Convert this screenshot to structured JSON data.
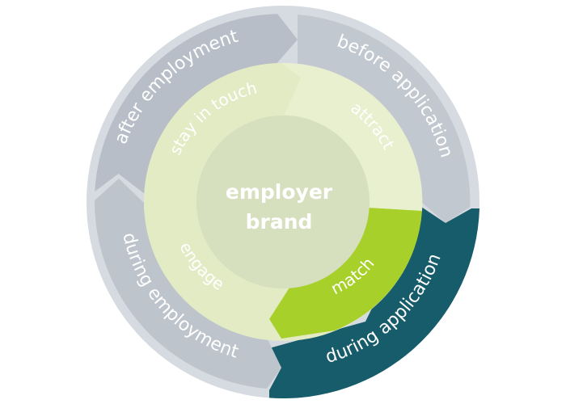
{
  "center": {
    "line1": "employer",
    "line2": "brand"
  },
  "outer_ring": [
    {
      "id": "after-employment",
      "label": "after employment",
      "color": "#b7bec7"
    },
    {
      "id": "before-application",
      "label": "before application",
      "color": "#c2c8cf"
    },
    {
      "id": "during-application",
      "label": "during application",
      "color": "#175c6b"
    },
    {
      "id": "during-employment",
      "label": "during employment",
      "color": "#bdc4cc"
    }
  ],
  "inner_ring": [
    {
      "id": "stay-in-touch",
      "label": "stay in touch",
      "color": "#e3ebc5"
    },
    {
      "id": "attract",
      "label": "attract",
      "color": "#e9f0cf"
    },
    {
      "id": "match",
      "label": "match",
      "color": "#a8d02a"
    },
    {
      "id": "engage",
      "label": "engage",
      "color": "#e3ebc5"
    }
  ],
  "colors": {
    "outer_border": "#d5dbe1",
    "core": "#d6dfbe",
    "text": "#ffffff"
  }
}
